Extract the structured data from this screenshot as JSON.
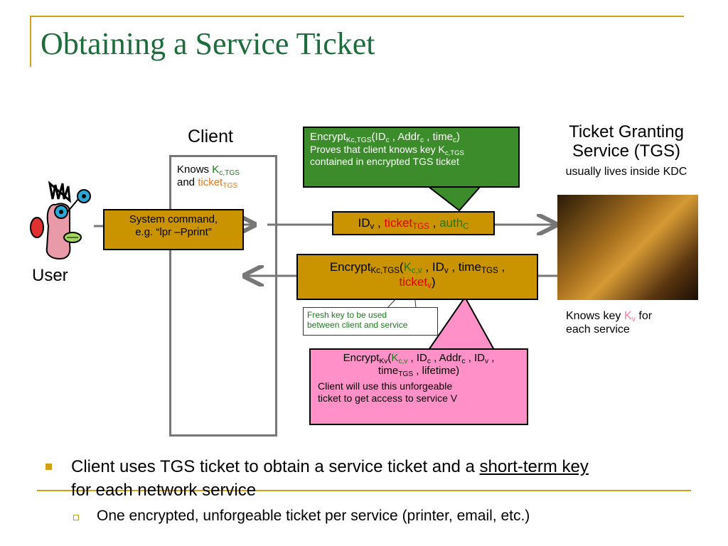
{
  "title": "Obtaining a Service Ticket",
  "client": {
    "label": "Client",
    "knows_1": "Knows ",
    "knows_k": "K",
    "knows_k_sub": "c,TGS",
    "knows_and": "and ",
    "knows_ticket": "ticket",
    "knows_ticket_sub": "TGS"
  },
  "user": {
    "label": "User"
  },
  "system_command": {
    "line1": "System command,",
    "line2": "e.g. “lpr –Pprint”"
  },
  "request": {
    "id": "ID",
    "id_sub": "v",
    "sep1": " , ",
    "ticket": "ticket",
    "ticket_sub": "TGS",
    "sep2": " , ",
    "auth": "auth",
    "auth_sub": "C"
  },
  "green_callout": {
    "encrypt": "Encrypt",
    "key_sub": "Kc,TGS",
    "open": "(ID",
    "c1": "c",
    "addr": " , Addr",
    "c2": "c",
    "time": " , time",
    "c3": "c",
    "close": ")",
    "line2": "Proves that client knows key K",
    "line2_sub": "c,TGS",
    "line3": "contained in encrypted TGS ticket"
  },
  "reply": {
    "encrypt": "Encrypt",
    "key_sub": "Kc,TGS",
    "open": "(",
    "kcv": "K",
    "kcv_sub": "c,v",
    "id": " , ID",
    "id_sub": "v",
    "time": " , time",
    "time_sub": "TGS",
    "comma": " ,",
    "ticket": "ticket",
    "ticket_sub": "v",
    "close": ")"
  },
  "fresh_callout": {
    "line1": "Fresh key to be used",
    "line2": "between client and service"
  },
  "pink_callout": {
    "encrypt": "Encrypt",
    "key_sub": "Kv",
    "open": "(",
    "kcv": "K",
    "kcv_sub": "c,v",
    "idc": " , ID",
    "idc_sub": "c",
    "addr": " , Addr",
    "addr_sub": "c",
    "idv": " , ID",
    "idv_sub": "v",
    "comma": " ,",
    "time": "time",
    "time_sub": "TGS",
    "lifetime": " , lifetime)",
    "line3": "Client will use this unforgeable",
    "line4": "ticket to get access to service V"
  },
  "tgs": {
    "line1": "Ticket Granting",
    "line2": "Service (TGS)",
    "sub": "usually lives inside KDC",
    "knows_1": "Knows key ",
    "knows_k": "K",
    "knows_k_sub": "v",
    "knows_2": " for",
    "knows_3": "each service"
  },
  "bullets": {
    "b1_a": "Client uses TGS ticket to obtain a service ticket and a ",
    "b1_link": "short-term key",
    "b1_b": "for each network service",
    "b2": "One encrypted, unforgeable ticket per service (printer, email, etc.)"
  },
  "colors": {
    "title": "#1e6b3c",
    "accent_gold": "#d4a017",
    "box_gold": "#c99400",
    "callout_green": "#3c8c2c",
    "callout_pink": "#ff90c8",
    "text_red": "#e00000",
    "text_green": "#1a7a1a",
    "text_orange": "#e07b1f"
  }
}
